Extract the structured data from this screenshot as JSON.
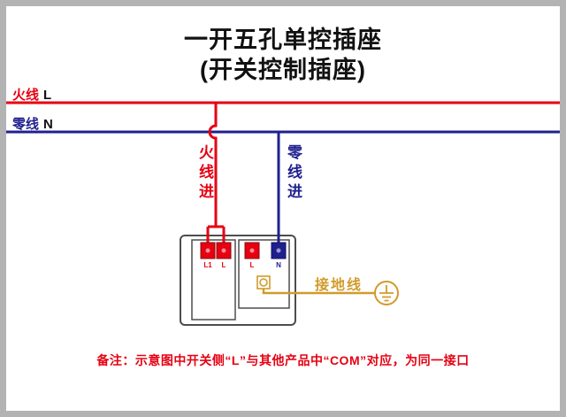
{
  "title": {
    "line1": "一开五孔单控插座",
    "line2": "(开关控制插座)"
  },
  "bus": {
    "live": {
      "name": "火线",
      "letter": "L"
    },
    "neutral": {
      "name": "零线",
      "letter": "N"
    }
  },
  "branch_labels": {
    "live_in": "火线进",
    "neutral_in": "零线进",
    "ground": "接地线"
  },
  "device": {
    "switch_terminals": [
      "L1",
      "L"
    ],
    "socket_terminals": [
      "L",
      "N"
    ]
  },
  "note": "备注：示意图中开关侧“L”与其他产品中“COM”对应，为同一接口",
  "colors": {
    "live": "#e60012",
    "neutral": "#1f1f8f",
    "ground": "#d19b2b",
    "note": "#e60012",
    "frame": "#b3b3b3",
    "outline": "#4d4d4d"
  }
}
